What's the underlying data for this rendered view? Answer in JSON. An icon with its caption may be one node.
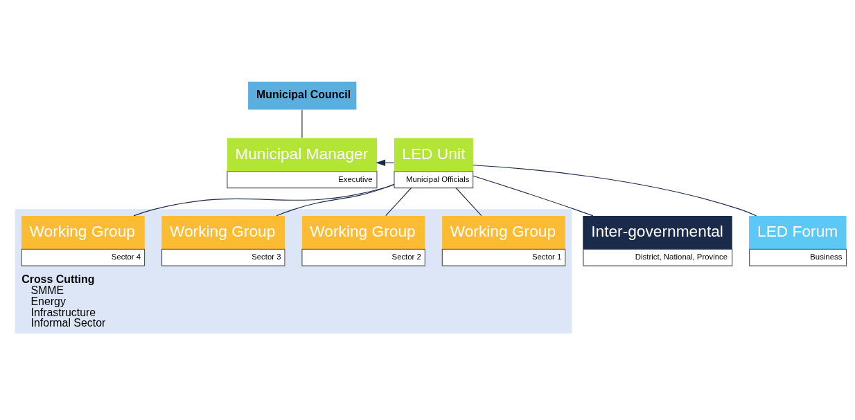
{
  "diagram": {
    "nodes": [
      {
        "text": [
          "Municipal Council"
        ]
      },
      {
        "text": [
          "LED Unit",
          "Municipal Officials"
        ]
      },
      {
        "text": [
          "Municipal Manager",
          "Executive"
        ]
      },
      {
        "text": [
          "Cross Cutting",
          "SMME",
          "Energy",
          "Infrastructure",
          "Informal Sector"
        ]
      },
      {
        "text": [
          "Inter-governmental",
          "District, National, Province"
        ]
      },
      {
        "text": [
          "LED Forum",
          "Business"
        ]
      },
      {
        "text": [
          "Working Group",
          "Sector 1"
        ],
        "in": 3
      },
      {
        "text": [
          "Working Group",
          "Sector 2"
        ],
        "in": 3
      },
      {
        "text": [
          "Working Group",
          "Sector 3"
        ],
        "in": 3
      },
      {
        "text": [
          "Working Group",
          "Sector 4"
        ],
        "in": 3
      }
    ],
    "edges": [
      {
        "from": 0,
        "to": 2,
        "arrow": "none"
      },
      {
        "from": 1,
        "to": 2,
        "arrow": "to"
      },
      {
        "from": 1,
        "to": 4,
        "arrow": "none"
      },
      {
        "from": 1,
        "to": 5,
        "arrow": "none"
      },
      {
        "from": 1,
        "to": 6,
        "arrow": "none"
      },
      {
        "from": 1,
        "to": 7,
        "arrow": "none"
      },
      {
        "from": 1,
        "to": 8,
        "arrow": "none"
      },
      {
        "from": 1,
        "to": 9,
        "arrow": "none"
      }
    ]
  }
}
